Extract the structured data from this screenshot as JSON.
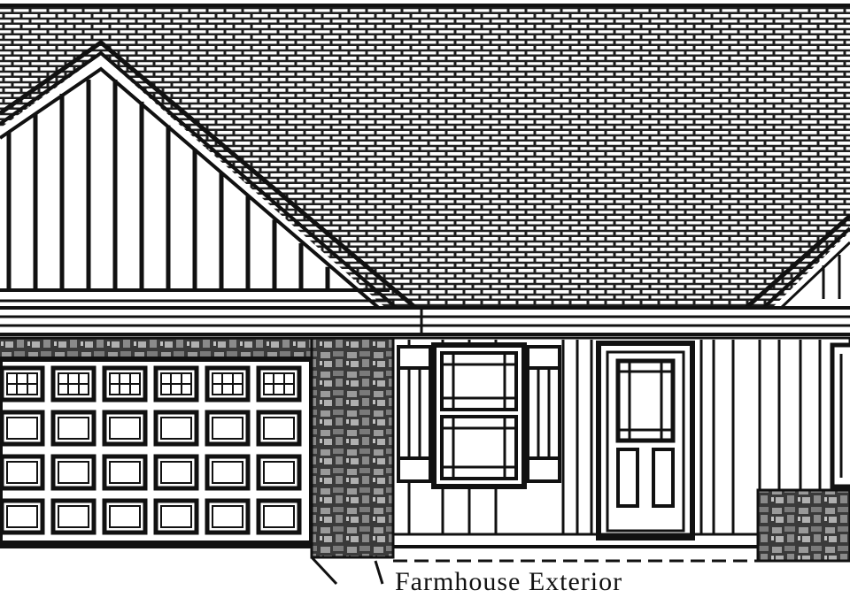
{
  "caption": "Farmhouse Exterior",
  "colors": {
    "ink": "#111111",
    "paper": "#ffffff",
    "shingle_ink": "#1e1e1e",
    "stone_dark": "#3a3a3a",
    "stone_light": "#9a9a9a"
  },
  "elements": {
    "roof": "asphalt-shingle-roof",
    "left_gable": "board-and-batten-gable",
    "garage_door": "carriage-garage-door",
    "garage_door_rows": 4,
    "garage_door_columns": 6,
    "stone_pier": "stone-veneer-pier",
    "front_window": "double-hung-window-with-shutters",
    "front_door": "paneled-entry-door",
    "right_gable": "partial-right-gable",
    "siding": "board-and-batten-siding"
  }
}
